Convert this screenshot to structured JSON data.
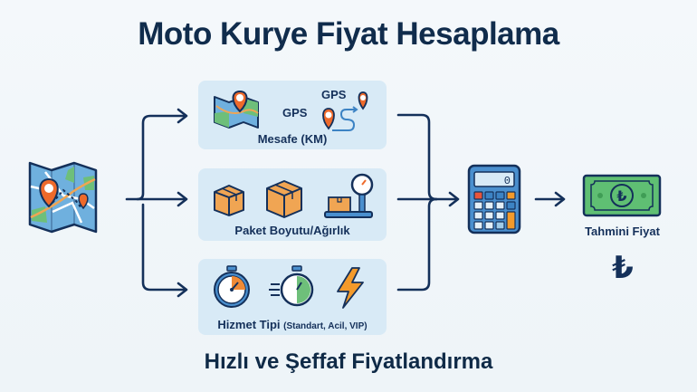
{
  "title": "Moto Kurye Fiyat Hesaplama",
  "subtitle": "Hızlı ve Şeffaf Fiyatlandırma",
  "source": {
    "icon": "folded-map-with-route-icon"
  },
  "inputs": [
    {
      "label": "Mesafe (KM)",
      "icons": [
        "map-pin-icon",
        "route-icon"
      ],
      "gps_labels": [
        "GPS",
        "GPS"
      ]
    },
    {
      "label": "Paket Boyutu/Ağırlık",
      "icons": [
        "box-icon",
        "box-icon",
        "scale-icon"
      ]
    },
    {
      "label": "Hizmet Tipi",
      "label_note": "(Standart, Acil, VIP)",
      "icons": [
        "stopwatch-icon",
        "fast-stopwatch-icon",
        "lightning-icon"
      ]
    }
  ],
  "processor": {
    "icon": "calculator-icon",
    "display": "0"
  },
  "result": {
    "label": "Tahmini Fiyat",
    "currency_symbol": "₺",
    "icon": "banknote-icon"
  },
  "colors": {
    "navy": "#14305a",
    "panel_bg": "#d8eaf6",
    "pin_orange": "#ee6a2b",
    "map_blue": "#6fb0de",
    "map_green": "#6ebf7a",
    "box_orange": "#f0a553",
    "calc_blue": "#4a8fce",
    "money_green": "#5fbf73"
  }
}
